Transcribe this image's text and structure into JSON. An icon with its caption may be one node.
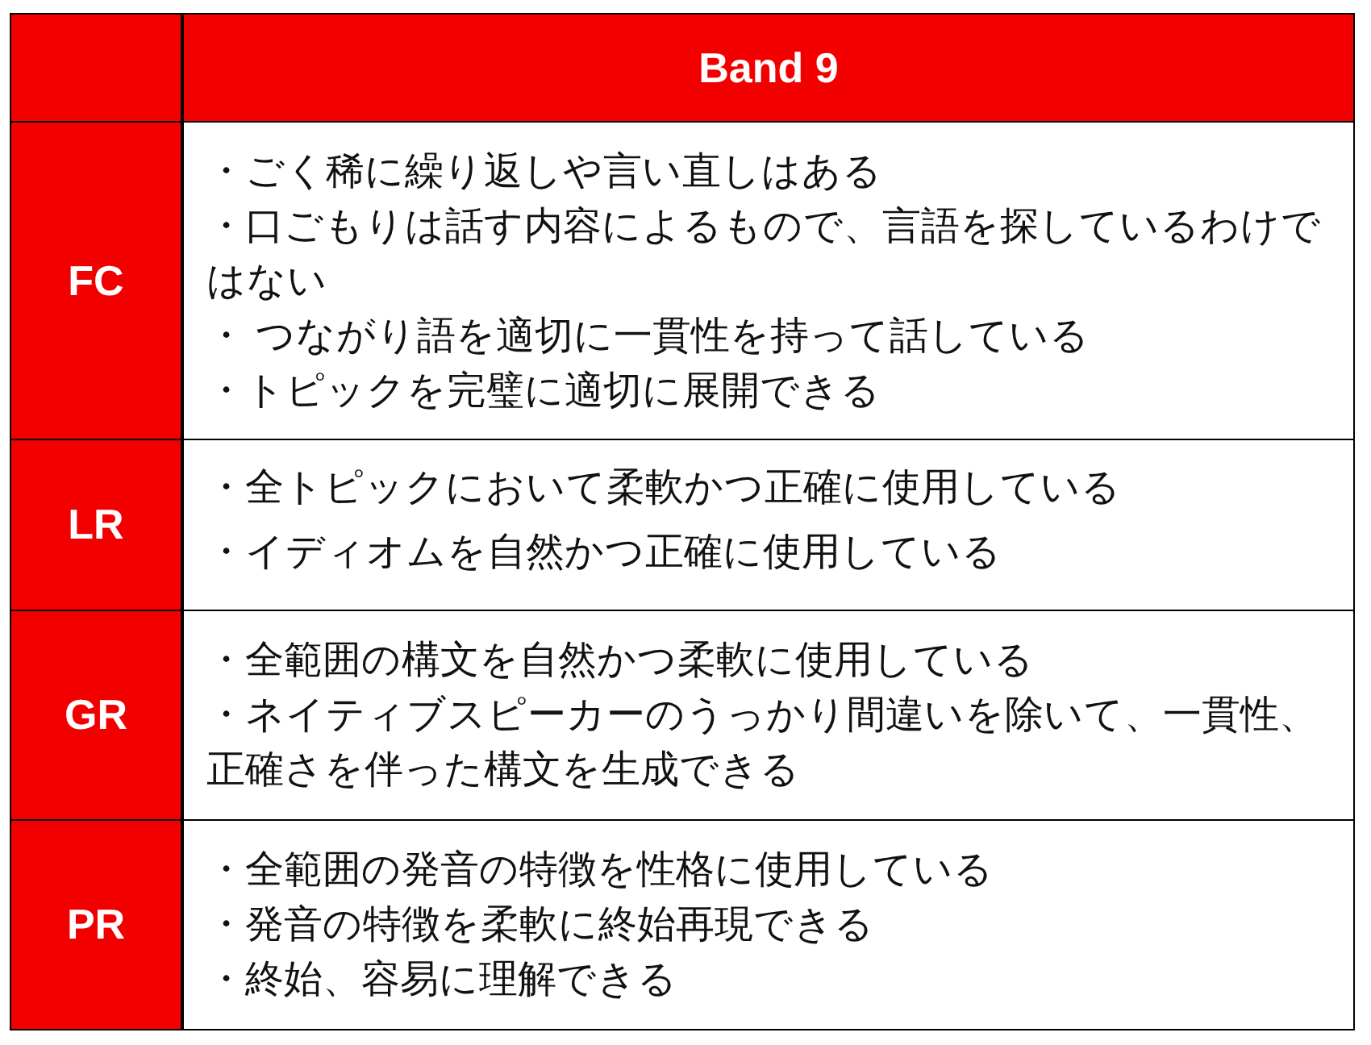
{
  "diagram": {
    "labels": [
      "Band 9",
      "FC",
      "・ごく稀に繰り返しや言い直しはある",
      "・口ごもりは話す内容によるもので、言語を探しているわけではない",
      "・ つながり語を適切に一貫性を持って話している",
      "・トピックを完璧に適切に展開できる",
      "LR",
      "・全トピックにおいて柔軟かつ正確に使用している",
      "・イディオムを自然かつ正確に使用している",
      "GR",
      "・全範囲の構文を自然かつ柔軟に使用している",
      "・ネイティブスピーカーのうっかり間違いを除いて、一貫性、正確さを伴った構文を生成できる",
      "PR",
      "・全範囲の発音の特徴を性格に使用している",
      "・発音の特徴を柔軟に終始再現できる",
      "・終始、容易に理解できる"
    ]
  }
}
